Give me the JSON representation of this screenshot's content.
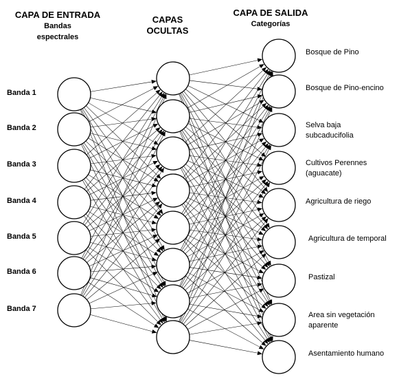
{
  "headers": {
    "input": {
      "title": "CAPA DE ENTRADA",
      "subtitle": "Bandas\nespectrales"
    },
    "hidden": {
      "title": "CAPAS\nOCULTAS"
    },
    "output": {
      "title": "CAPA DE SALIDA",
      "subtitle": "Categorías"
    }
  },
  "input_nodes": [
    "Banda 1",
    "Banda 2",
    "Banda 3",
    "Banda 4",
    "Banda 5",
    "Banda 6",
    "Banda 7"
  ],
  "hidden_node_count": 8,
  "output_nodes": [
    "Bosque de Pino",
    "Bosque de Pino-encino",
    "Selva baja\nsubcaducifolia",
    "Cultivos Perennes\n(aguacate)",
    "Agricultura de riego",
    "Agricultura de temporal",
    "Pastizal",
    "Area sin vegetación\naparente",
    "Asentamiento humano"
  ],
  "colors": {
    "line": "#000000",
    "node_fill": "#ffffff"
  }
}
